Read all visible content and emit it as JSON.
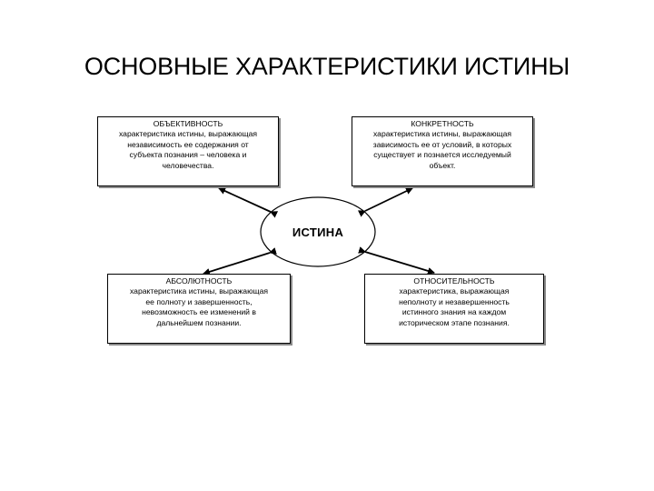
{
  "title": "ОСНОВНЫЕ ХАРАКТЕРИСТИКИ ИСТИНЫ",
  "center": {
    "label": "ИСТИНА"
  },
  "boxes": {
    "objectivity": {
      "heading": "ОБЪЕКТИВНОСТЬ",
      "lines": [
        "характеристика истины, выражающая",
        "независимость ее содержания от",
        "субъекта познания – человека и",
        "человечества."
      ]
    },
    "concreteness": {
      "heading": "КОНКРЕТНОСТЬ",
      "lines": [
        "характеристика истины, выражающая",
        "зависимость ее от условий, в которых",
        "существует и познается исследуемый",
        "объект."
      ]
    },
    "absoluteness": {
      "heading": "АБСОЛЮТНОСТЬ",
      "lines": [
        "характеристика истины, выражающая",
        "ее полноту и завершенность,",
        "невозможность ее изменений в",
        "дальнейшем познании."
      ]
    },
    "relativity": {
      "heading": "ОТНОСИТЕЛЬНОСТЬ",
      "lines": [
        "характеристика, выражающая",
        "неполноту и незавершенность",
        "истинного знания на каждом",
        "историческом этапе познания."
      ]
    }
  }
}
